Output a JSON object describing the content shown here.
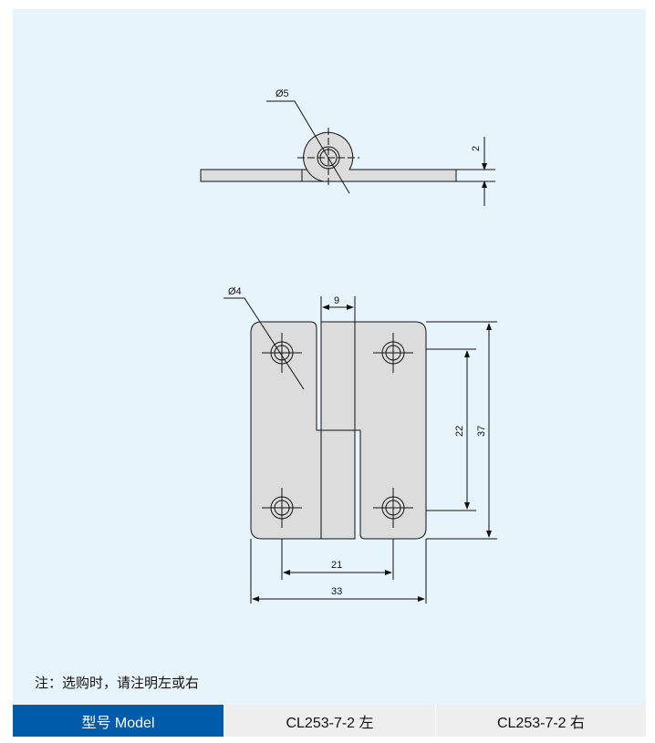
{
  "drawing": {
    "top_view": {
      "pin_diameter_label": "Ø5",
      "thickness_label": "2"
    },
    "front_view": {
      "hole_diameter_label": "Ø4",
      "knuckle_width_label": "9",
      "hole_vertical_spacing_label": "22",
      "height_label": "37",
      "hole_horizontal_spacing_label": "21",
      "width_label": "33"
    },
    "colors": {
      "part_fill": "#dcdcdc",
      "line": "#111111"
    }
  },
  "note": "注：选购时，请注明左或右",
  "table": {
    "header": "型号 Model",
    "models": [
      "CL253-7-2 左",
      "CL253-7-2 右"
    ],
    "header_color": "#005bab"
  }
}
